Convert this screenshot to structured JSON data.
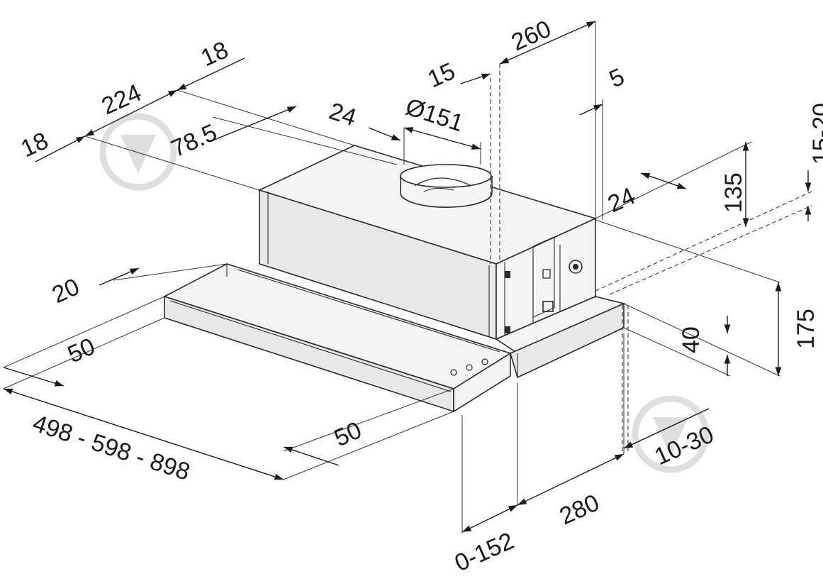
{
  "diagram": {
    "dimensions": [
      {
        "id": "width",
        "label": "498 - 598 - 898"
      },
      {
        "id": "front-left-50",
        "label": "50"
      },
      {
        "id": "front-right-50",
        "label": "50"
      },
      {
        "id": "front-depth-20",
        "label": "20"
      },
      {
        "id": "top-18-left",
        "label": "18"
      },
      {
        "id": "top-224",
        "label": "224"
      },
      {
        "id": "top-18-right",
        "label": "18"
      },
      {
        "id": "top-78-5",
        "label": "78.5"
      },
      {
        "id": "top-24",
        "label": "24"
      },
      {
        "id": "duct-diameter",
        "label": "Ø151"
      },
      {
        "id": "top-15",
        "label": "15"
      },
      {
        "id": "depth-260",
        "label": "260"
      },
      {
        "id": "side-5",
        "label": "5"
      },
      {
        "id": "side-24",
        "label": "24"
      },
      {
        "id": "height-135",
        "label": "135"
      },
      {
        "id": "height-15-20",
        "label": "15-20"
      },
      {
        "id": "height-175",
        "label": "175"
      },
      {
        "id": "height-40",
        "label": "40"
      },
      {
        "id": "slide-10-30",
        "label": "10-30"
      },
      {
        "id": "slide-280",
        "label": "280"
      },
      {
        "id": "slide-0-152",
        "label": "0-152"
      }
    ],
    "accent_color": "#1a1a1a",
    "watermark_icon": "drop-pin-icon"
  }
}
